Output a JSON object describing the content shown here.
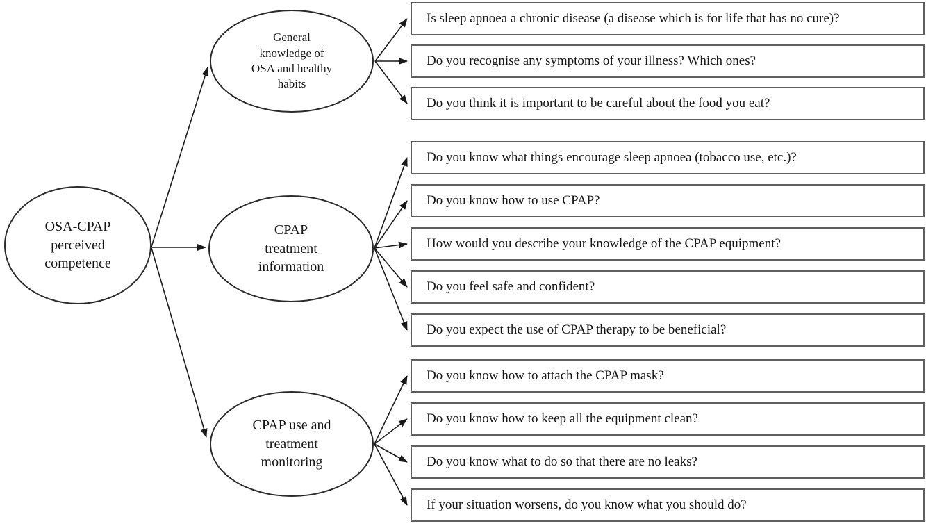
{
  "figure": {
    "root": {
      "label": "OSA-CPAP\nperceived\ncompetence"
    },
    "categories": [
      {
        "label": "General\nknowledge of\nOSA and healthy\nhabits",
        "questions": [
          "Is sleep apnoea a chronic disease (a disease which is for life that has no cure)?",
          "Do you recognise any symptoms of your illness? Which ones?",
          "Do you think it is important to be careful about the food you eat?"
        ]
      },
      {
        "label": "CPAP\ntreatment\ninformation",
        "questions": [
          "Do you know what things encourage sleep apnoea (tobacco use, etc.)?",
          "Do you know how to use CPAP?",
          "How would you describe your knowledge of the CPAP equipment?",
          "Do you feel safe and confident?",
          "Do you expect the use of CPAP therapy to be beneficial?"
        ]
      },
      {
        "label": "CPAP use and\ntreatment\nmonitoring",
        "questions": [
          "Do you know how to attach the CPAP mask?",
          "Do you know how to keep all the equipment clean?",
          "Do you know what to do so that there are no leaks?",
          "If your situation worsens, do you know what you should do?"
        ]
      }
    ],
    "colors": {
      "background": "#ffffff",
      "line": "#1a1a1a",
      "ellipse_border": "#2b2b2b",
      "box_border": "#5f5f5f",
      "text": "#161616"
    }
  }
}
